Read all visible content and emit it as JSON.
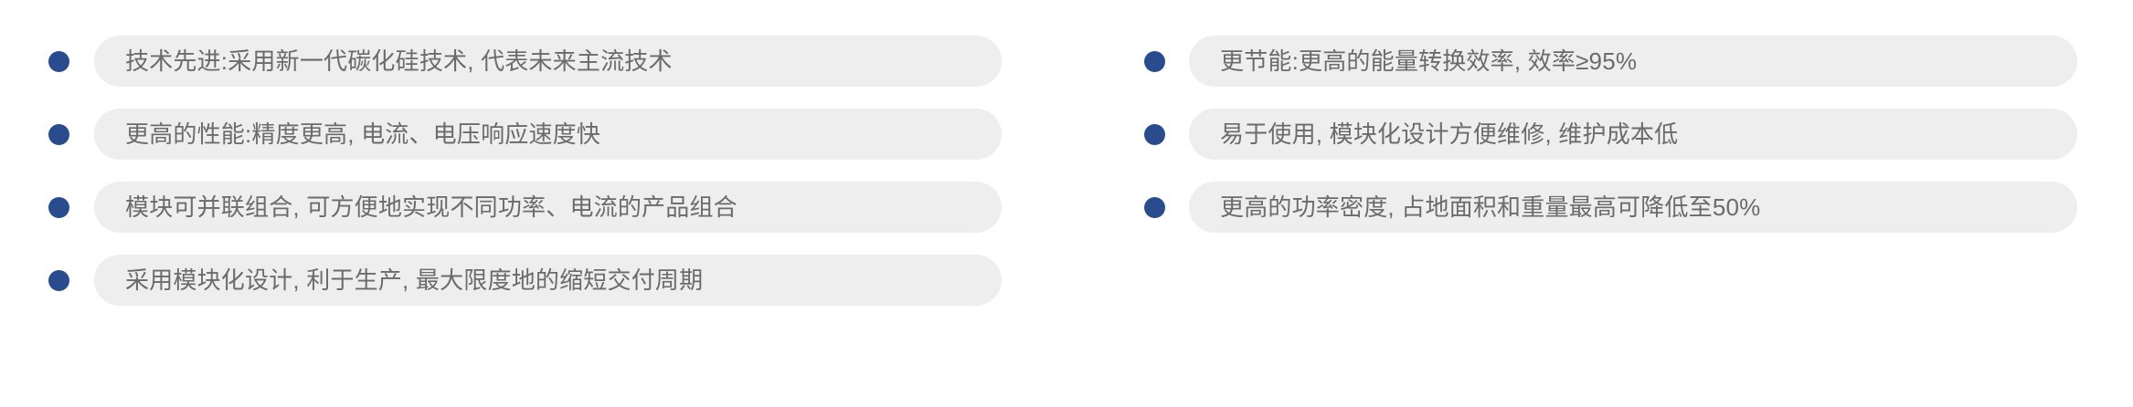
{
  "theme": {
    "background": "#ffffff",
    "bullet_color": "#2a4b8d",
    "pill_background": "#eeeeee",
    "text_color": "#6b6b6b"
  },
  "columns": [
    {
      "name": "left-column",
      "items": [
        {
          "text": "技术先进:采用新一代碳化硅技术, 代表未来主流技术"
        },
        {
          "text": "更高的性能:精度更高, 电流、电压响应速度快"
        },
        {
          "text": "模块可并联组合, 可方便地实现不同功率、电流的产品组合"
        },
        {
          "text": "采用模块化设计, 利于生产, 最大限度地的缩短交付周期"
        }
      ]
    },
    {
      "name": "right-column",
      "items": [
        {
          "text": "更节能:更高的能量转换效率, 效率≥95%"
        },
        {
          "text": "易于使用, 模块化设计方便维修, 维护成本低"
        },
        {
          "text": "更高的功率密度, 占地面积和重量最高可降低至50%"
        }
      ]
    }
  ]
}
